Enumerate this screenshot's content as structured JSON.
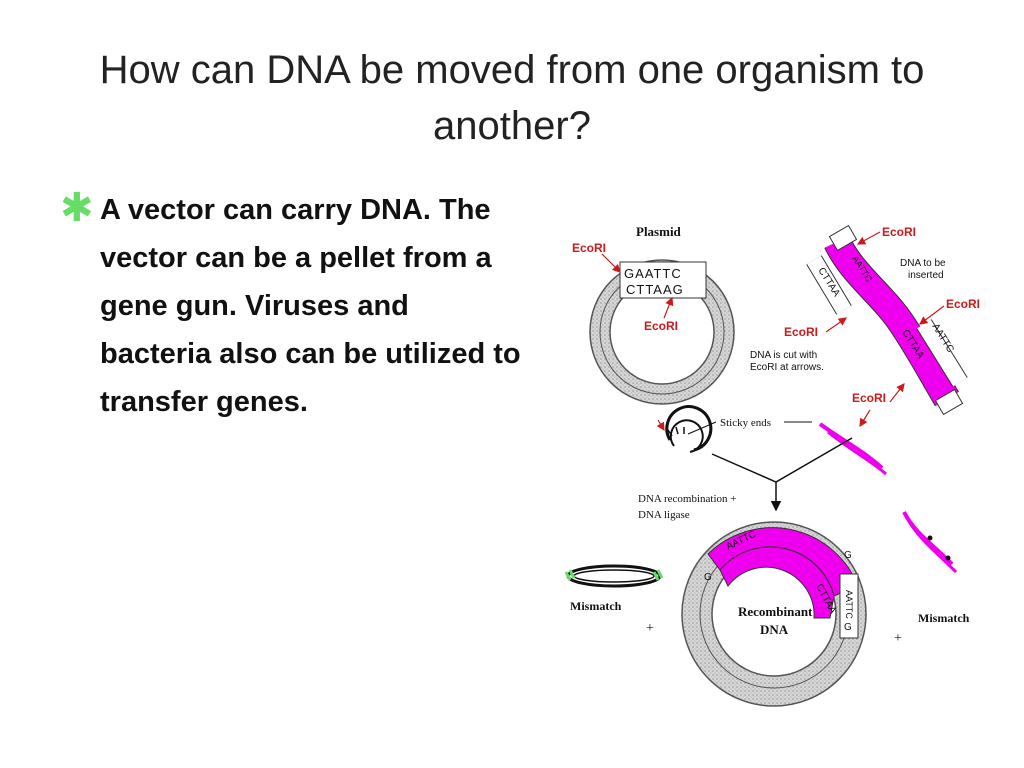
{
  "slide": {
    "title": "How can DNA be moved from one organism to another?",
    "bullet": {
      "icon": "star-bullet-icon",
      "color": "#66dd66",
      "text": "A vector can carry DNA. The vector can be a pellet from a gene gun. Viruses and bacteria also can be utilized to transfer genes."
    }
  },
  "figure": {
    "plasmid_label": "Plasmid",
    "ecori": "EcoRI",
    "plasmid_seq_top": "GAATTC",
    "plasmid_seq_bottom": "CTTAAG",
    "dna_to_be_inserted_1": "DNA to be",
    "dna_to_be_inserted_2": "inserted",
    "cut_note_1": "DNA is cut with",
    "cut_note_2": "EcoRI at arrows.",
    "sticky_ends": "Sticky ends",
    "recombination_1": "DNA recombination +",
    "recombination_2": "DNA ligase",
    "mismatch": "Mismatch",
    "plus": "+",
    "recombinant_1": "Recombinant",
    "recombinant_2": "DNA",
    "fragment_top": "AATTC",
    "fragment_bottom": "CTTAA",
    "end_g": "G",
    "colors": {
      "insert": "#ee00ee",
      "label_red": "#cc1a1a",
      "ring": "#c8c8c8"
    }
  }
}
